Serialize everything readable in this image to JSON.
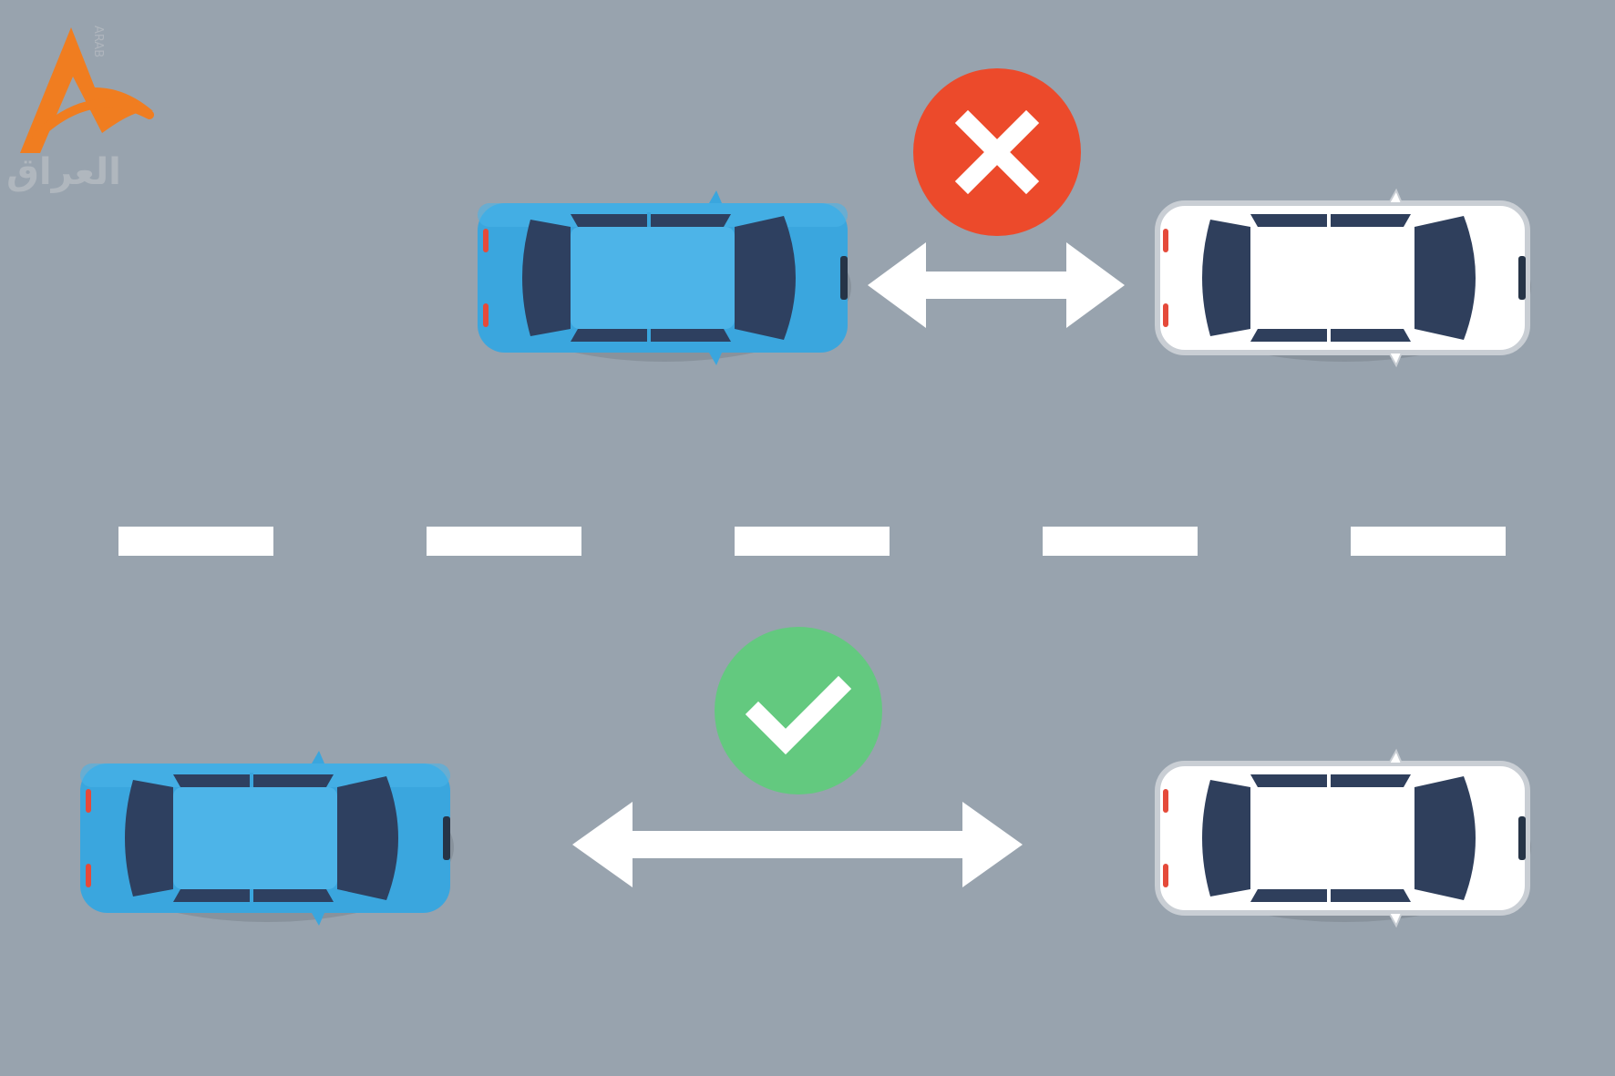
{
  "logo": {
    "text": "العراق",
    "vertical_text": "ARAB",
    "color": "#f07d20"
  },
  "colors": {
    "road": "#98a3ae",
    "lane_mark": "#ffffff",
    "blue_car_body": "#3aa6de",
    "blue_car_window": "#2e4060",
    "white_car_body": "#ffffff",
    "white_car_outline": "#c9ced4",
    "white_car_window": "#2f3f5c",
    "tail_light": "#e54a3a",
    "wrong_badge": "#ec4a2b",
    "right_badge": "#63c97f",
    "arrow": "#ffffff"
  },
  "scenarios": [
    {
      "label": "too-close",
      "status_icon": "cross-icon",
      "rear_car": "blue-car",
      "front_car": "white-car"
    },
    {
      "label": "safe-distance",
      "status_icon": "check-icon",
      "rear_car": "blue-car",
      "front_car": "white-car"
    }
  ]
}
